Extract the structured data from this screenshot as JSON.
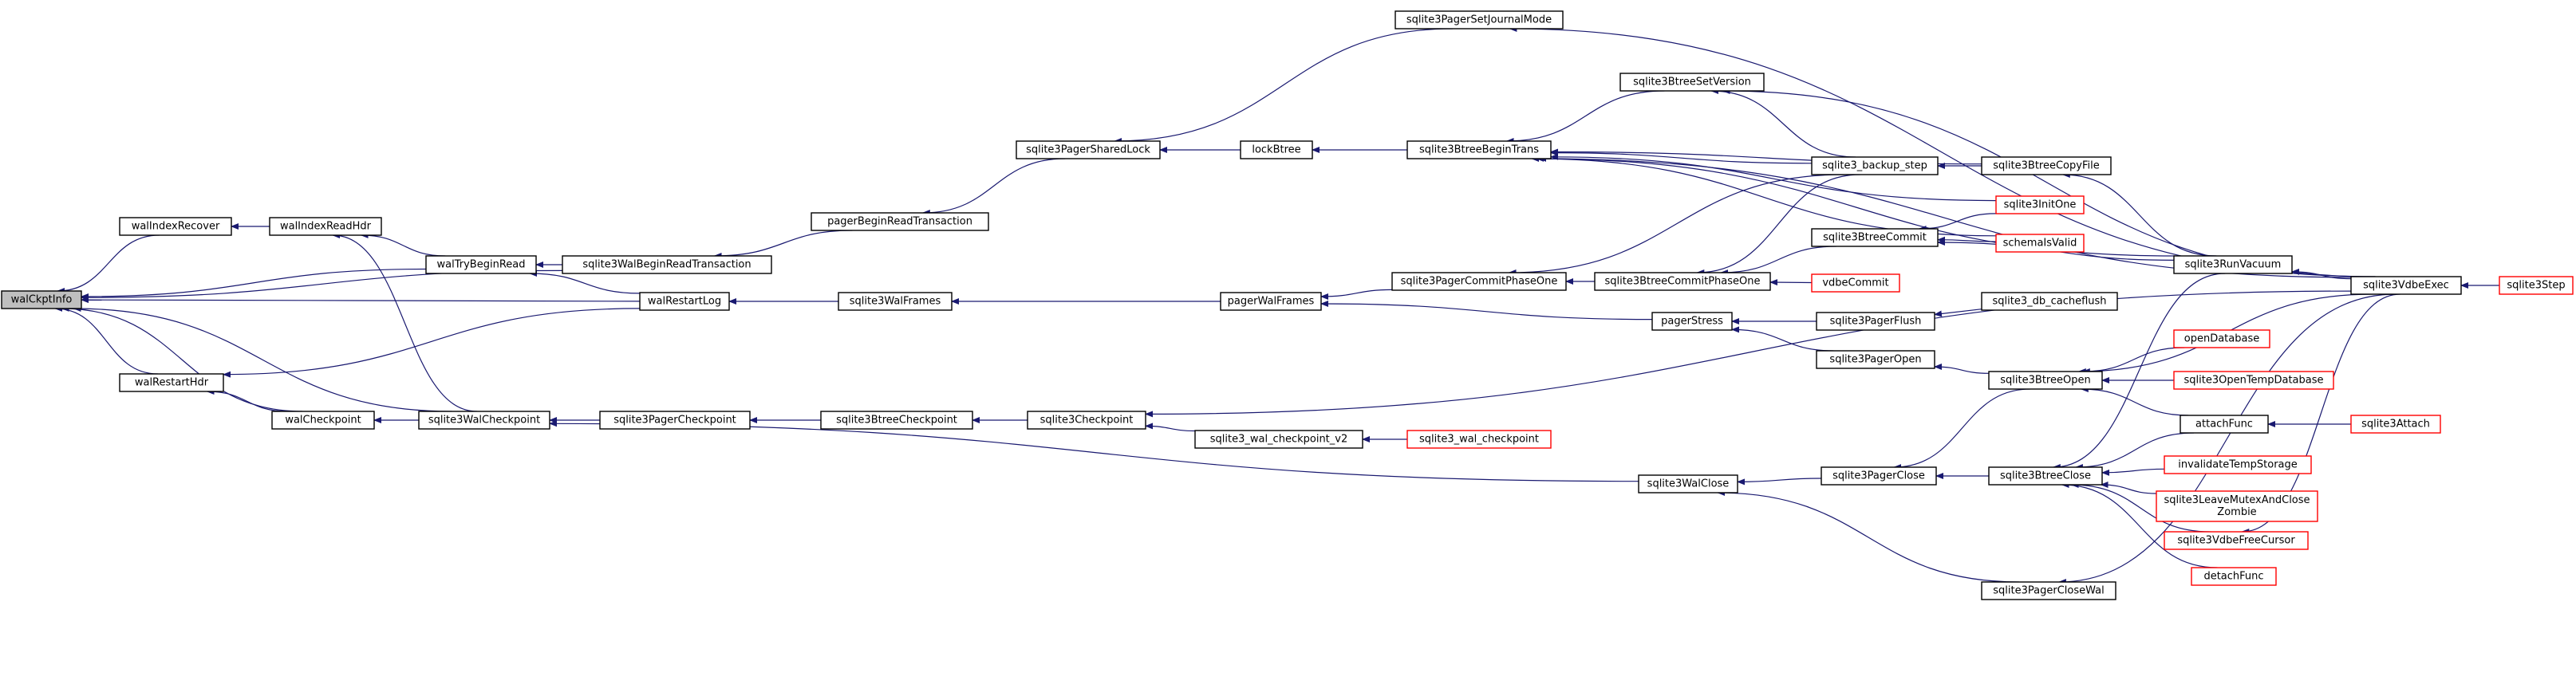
{
  "colors": {
    "edge": "#191970",
    "arrow": "#191970",
    "node_border_normal": "#000000",
    "node_border_external": "#ff0000",
    "node_fill": "#ffffff",
    "root_fill": "#bfbfbf",
    "text": "#000000"
  },
  "nodes": {
    "walCkptInfo": {
      "label": "walCkptInfo",
      "style": "root"
    },
    "walIndexRecover": {
      "label": "walIndexRecover",
      "style": "normal"
    },
    "walIndexReadHdr": {
      "label": "walIndexReadHdr",
      "style": "normal"
    },
    "walTryBeginRead": {
      "label": "walTryBeginRead",
      "style": "normal"
    },
    "sqlite3WalBeginReadTransaction": {
      "label": "sqlite3WalBeginReadTransaction",
      "style": "normal"
    },
    "pagerBeginReadTransaction": {
      "label": "pagerBeginReadTransaction",
      "style": "normal"
    },
    "sqlite3PagerSharedLock": {
      "label": "sqlite3PagerSharedLock",
      "style": "normal"
    },
    "sqlite3PagerSetJournalMode": {
      "label": "sqlite3PagerSetJournalMode",
      "style": "normal"
    },
    "lockBtree": {
      "label": "lockBtree",
      "style": "normal"
    },
    "sqlite3BtreeBeginTrans": {
      "label": "sqlite3BtreeBeginTrans",
      "style": "normal"
    },
    "sqlite3BtreeSetVersion": {
      "label": "sqlite3BtreeSetVersion",
      "style": "normal"
    },
    "sqlite3_backup_step": {
      "label": "sqlite3_backup_step",
      "style": "normal"
    },
    "sqlite3BtreeCopyFile": {
      "label": "sqlite3BtreeCopyFile",
      "style": "normal"
    },
    "sqlite3InitOne": {
      "label": "sqlite3InitOne",
      "style": "external"
    },
    "schemaIsValid": {
      "label": "schemaIsValid",
      "style": "external"
    },
    "sqlite3BtreeCommit": {
      "label": "sqlite3BtreeCommit",
      "style": "normal"
    },
    "sqlite3RunVacuum": {
      "label": "sqlite3RunVacuum",
      "style": "normal"
    },
    "sqlite3VdbeExec": {
      "label": "sqlite3VdbeExec",
      "style": "normal"
    },
    "sqlite3Step": {
      "label": "sqlite3Step",
      "style": "external"
    },
    "walRestartLog": {
      "label": "walRestartLog",
      "style": "normal"
    },
    "sqlite3WalFrames": {
      "label": "sqlite3WalFrames",
      "style": "normal"
    },
    "pagerWalFrames": {
      "label": "pagerWalFrames",
      "style": "normal"
    },
    "sqlite3PagerCommitPhaseOne": {
      "label": "sqlite3PagerCommitPhaseOne",
      "style": "normal"
    },
    "sqlite3BtreeCommitPhaseOne": {
      "label": "sqlite3BtreeCommitPhaseOne",
      "style": "normal"
    },
    "vdbeCommit": {
      "label": "vdbeCommit",
      "style": "external"
    },
    "pagerStress": {
      "label": "pagerStress",
      "style": "normal"
    },
    "sqlite3PagerFlush": {
      "label": "sqlite3PagerFlush",
      "style": "normal"
    },
    "sqlite3_db_cacheflush": {
      "label": "sqlite3_db_cacheflush",
      "style": "normal"
    },
    "sqlite3PagerOpen": {
      "label": "sqlite3PagerOpen",
      "style": "normal"
    },
    "sqlite3BtreeOpen": {
      "label": "sqlite3BtreeOpen",
      "style": "normal"
    },
    "openDatabase": {
      "label": "openDatabase",
      "style": "external"
    },
    "sqlite3OpenTempDatabase": {
      "label": "sqlite3OpenTempDatabase",
      "style": "external"
    },
    "attachFunc": {
      "label": "attachFunc",
      "style": "normal"
    },
    "sqlite3Attach": {
      "label": "sqlite3Attach",
      "style": "external"
    },
    "walRestartHdr": {
      "label": "walRestartHdr",
      "style": "normal"
    },
    "walCheckpoint": {
      "label": "walCheckpoint",
      "style": "normal"
    },
    "sqlite3WalCheckpoint": {
      "label": "sqlite3WalCheckpoint",
      "style": "normal"
    },
    "sqlite3PagerCheckpoint": {
      "label": "sqlite3PagerCheckpoint",
      "style": "normal"
    },
    "sqlite3BtreeCheckpoint": {
      "label": "sqlite3BtreeCheckpoint",
      "style": "normal"
    },
    "sqlite3Checkpoint": {
      "label": "sqlite3Checkpoint",
      "style": "normal"
    },
    "sqlite3_wal_checkpoint_v2": {
      "label": "sqlite3_wal_checkpoint_v2",
      "style": "normal"
    },
    "sqlite3_wal_checkpoint": {
      "label": "sqlite3_wal_checkpoint",
      "style": "external"
    },
    "sqlite3WalClose": {
      "label": "sqlite3WalClose",
      "style": "normal"
    },
    "sqlite3PagerClose": {
      "label": "sqlite3PagerClose",
      "style": "normal"
    },
    "sqlite3BtreeClose": {
      "label": "sqlite3BtreeClose",
      "style": "normal"
    },
    "invalidateTempStorage": {
      "label": "invalidateTempStorage",
      "style": "external"
    },
    "sqlite3LeaveMutexAndCloseZombie": {
      "label": [
        "sqlite3LeaveMutexAndClose",
        "Zombie"
      ],
      "style": "external"
    },
    "sqlite3VdbeFreeCursor": {
      "label": "sqlite3VdbeFreeCursor",
      "style": "external"
    },
    "detachFunc": {
      "label": "detachFunc",
      "style": "external"
    },
    "sqlite3PagerCloseWal": {
      "label": "sqlite3PagerCloseWal",
      "style": "normal"
    }
  },
  "edges": [
    [
      "walIndexRecover",
      "walCkptInfo"
    ],
    [
      "walIndexReadHdr",
      "walIndexRecover"
    ],
    [
      "walTryBeginRead",
      "walIndexReadHdr"
    ],
    [
      "sqlite3WalCheckpoint",
      "walIndexReadHdr"
    ],
    [
      "walTryBeginRead",
      "walCkptInfo"
    ],
    [
      "sqlite3WalBeginReadTransaction",
      "walTryBeginRead"
    ],
    [
      "walRestartLog",
      "walTryBeginRead"
    ],
    [
      "sqlite3WalBeginReadTransaction",
      "walCkptInfo"
    ],
    [
      "pagerBeginReadTransaction",
      "sqlite3WalBeginReadTransaction"
    ],
    [
      "sqlite3PagerSharedLock",
      "pagerBeginReadTransaction"
    ],
    [
      "sqlite3PagerSetJournalMode",
      "sqlite3PagerSharedLock"
    ],
    [
      "lockBtree",
      "sqlite3PagerSharedLock"
    ],
    [
      "sqlite3BtreeBeginTrans",
      "lockBtree"
    ],
    [
      "sqlite3VdbeExec",
      "sqlite3PagerSetJournalMode"
    ],
    [
      "sqlite3BtreeSetVersion",
      "sqlite3BtreeBeginTrans"
    ],
    [
      "sqlite3_backup_step",
      "sqlite3BtreeBeginTrans"
    ],
    [
      "sqlite3BtreeCopyFile",
      "sqlite3BtreeBeginTrans"
    ],
    [
      "sqlite3InitOne",
      "sqlite3BtreeBeginTrans"
    ],
    [
      "schemaIsValid",
      "sqlite3BtreeBeginTrans"
    ],
    [
      "sqlite3RunVacuum",
      "sqlite3BtreeBeginTrans"
    ],
    [
      "sqlite3VdbeExec",
      "sqlite3BtreeBeginTrans"
    ],
    [
      "sqlite3_backup_step",
      "sqlite3BtreeSetVersion"
    ],
    [
      "sqlite3VdbeExec",
      "sqlite3BtreeSetVersion"
    ],
    [
      "sqlite3BtreeCopyFile",
      "sqlite3_backup_step"
    ],
    [
      "sqlite3RunVacuum",
      "sqlite3BtreeCopyFile"
    ],
    [
      "sqlite3InitOne",
      "sqlite3BtreeCommit"
    ],
    [
      "schemaIsValid",
      "sqlite3BtreeCommit"
    ],
    [
      "sqlite3RunVacuum",
      "sqlite3BtreeCommit"
    ],
    [
      "sqlite3VdbeExec",
      "sqlite3RunVacuum"
    ],
    [
      "sqlite3Step",
      "sqlite3VdbeExec"
    ],
    [
      "walRestartLog",
      "walCkptInfo"
    ],
    [
      "sqlite3WalFrames",
      "walRestartLog"
    ],
    [
      "pagerWalFrames",
      "sqlite3WalFrames"
    ],
    [
      "sqlite3PagerCommitPhaseOne",
      "pagerWalFrames"
    ],
    [
      "pagerStress",
      "pagerWalFrames"
    ],
    [
      "sqlite3BtreeCommitPhaseOne",
      "sqlite3PagerCommitPhaseOne"
    ],
    [
      "sqlite3_backup_step",
      "sqlite3PagerCommitPhaseOne"
    ],
    [
      "sqlite3BtreeCommit",
      "sqlite3BtreeCommitPhaseOne"
    ],
    [
      "sqlite3_backup_step",
      "sqlite3BtreeCommitPhaseOne"
    ],
    [
      "vdbeCommit",
      "sqlite3BtreeCommitPhaseOne"
    ],
    [
      "sqlite3PagerFlush",
      "pagerStress"
    ],
    [
      "sqlite3PagerOpen",
      "pagerStress"
    ],
    [
      "sqlite3_db_cacheflush",
      "sqlite3PagerFlush"
    ],
    [
      "sqlite3BtreeOpen",
      "sqlite3PagerOpen"
    ],
    [
      "openDatabase",
      "sqlite3BtreeOpen"
    ],
    [
      "sqlite3OpenTempDatabase",
      "sqlite3BtreeOpen"
    ],
    [
      "attachFunc",
      "sqlite3BtreeOpen"
    ],
    [
      "sqlite3VdbeExec",
      "sqlite3BtreeOpen"
    ],
    [
      "sqlite3Attach",
      "attachFunc"
    ],
    [
      "walRestartHdr",
      "walCkptInfo"
    ],
    [
      "walRestartLog",
      "walRestartHdr"
    ],
    [
      "walCheckpoint",
      "walRestartHdr"
    ],
    [
      "walCheckpoint",
      "walCkptInfo"
    ],
    [
      "sqlite3WalCheckpoint",
      "walCheckpoint"
    ],
    [
      "sqlite3WalCheckpoint",
      "walCkptInfo"
    ],
    [
      "sqlite3PagerCheckpoint",
      "sqlite3WalCheckpoint"
    ],
    [
      "sqlite3WalClose",
      "sqlite3WalCheckpoint"
    ],
    [
      "sqlite3BtreeCheckpoint",
      "sqlite3PagerCheckpoint"
    ],
    [
      "sqlite3Checkpoint",
      "sqlite3BtreeCheckpoint"
    ],
    [
      "sqlite3_wal_checkpoint_v2",
      "sqlite3Checkpoint"
    ],
    [
      "sqlite3VdbeExec",
      "sqlite3Checkpoint"
    ],
    [
      "sqlite3_wal_checkpoint",
      "sqlite3_wal_checkpoint_v2"
    ],
    [
      "sqlite3PagerClose",
      "sqlite3WalClose"
    ],
    [
      "sqlite3PagerCloseWal",
      "sqlite3WalClose"
    ],
    [
      "sqlite3BtreeOpen",
      "sqlite3PagerClose"
    ],
    [
      "sqlite3BtreeClose",
      "sqlite3PagerClose"
    ],
    [
      "sqlite3RunVacuum",
      "sqlite3BtreeClose"
    ],
    [
      "attachFunc",
      "sqlite3BtreeClose"
    ],
    [
      "invalidateTempStorage",
      "sqlite3BtreeClose"
    ],
    [
      "sqlite3LeaveMutexAndCloseZombie",
      "sqlite3BtreeClose"
    ],
    [
      "sqlite3VdbeFreeCursor",
      "sqlite3BtreeClose"
    ],
    [
      "detachFunc",
      "sqlite3BtreeClose"
    ],
    [
      "sqlite3VdbeExec",
      "sqlite3PagerCloseWal"
    ],
    [
      "sqlite3VdbeExec",
      "sqlite3VdbeFreeCursor"
    ]
  ]
}
